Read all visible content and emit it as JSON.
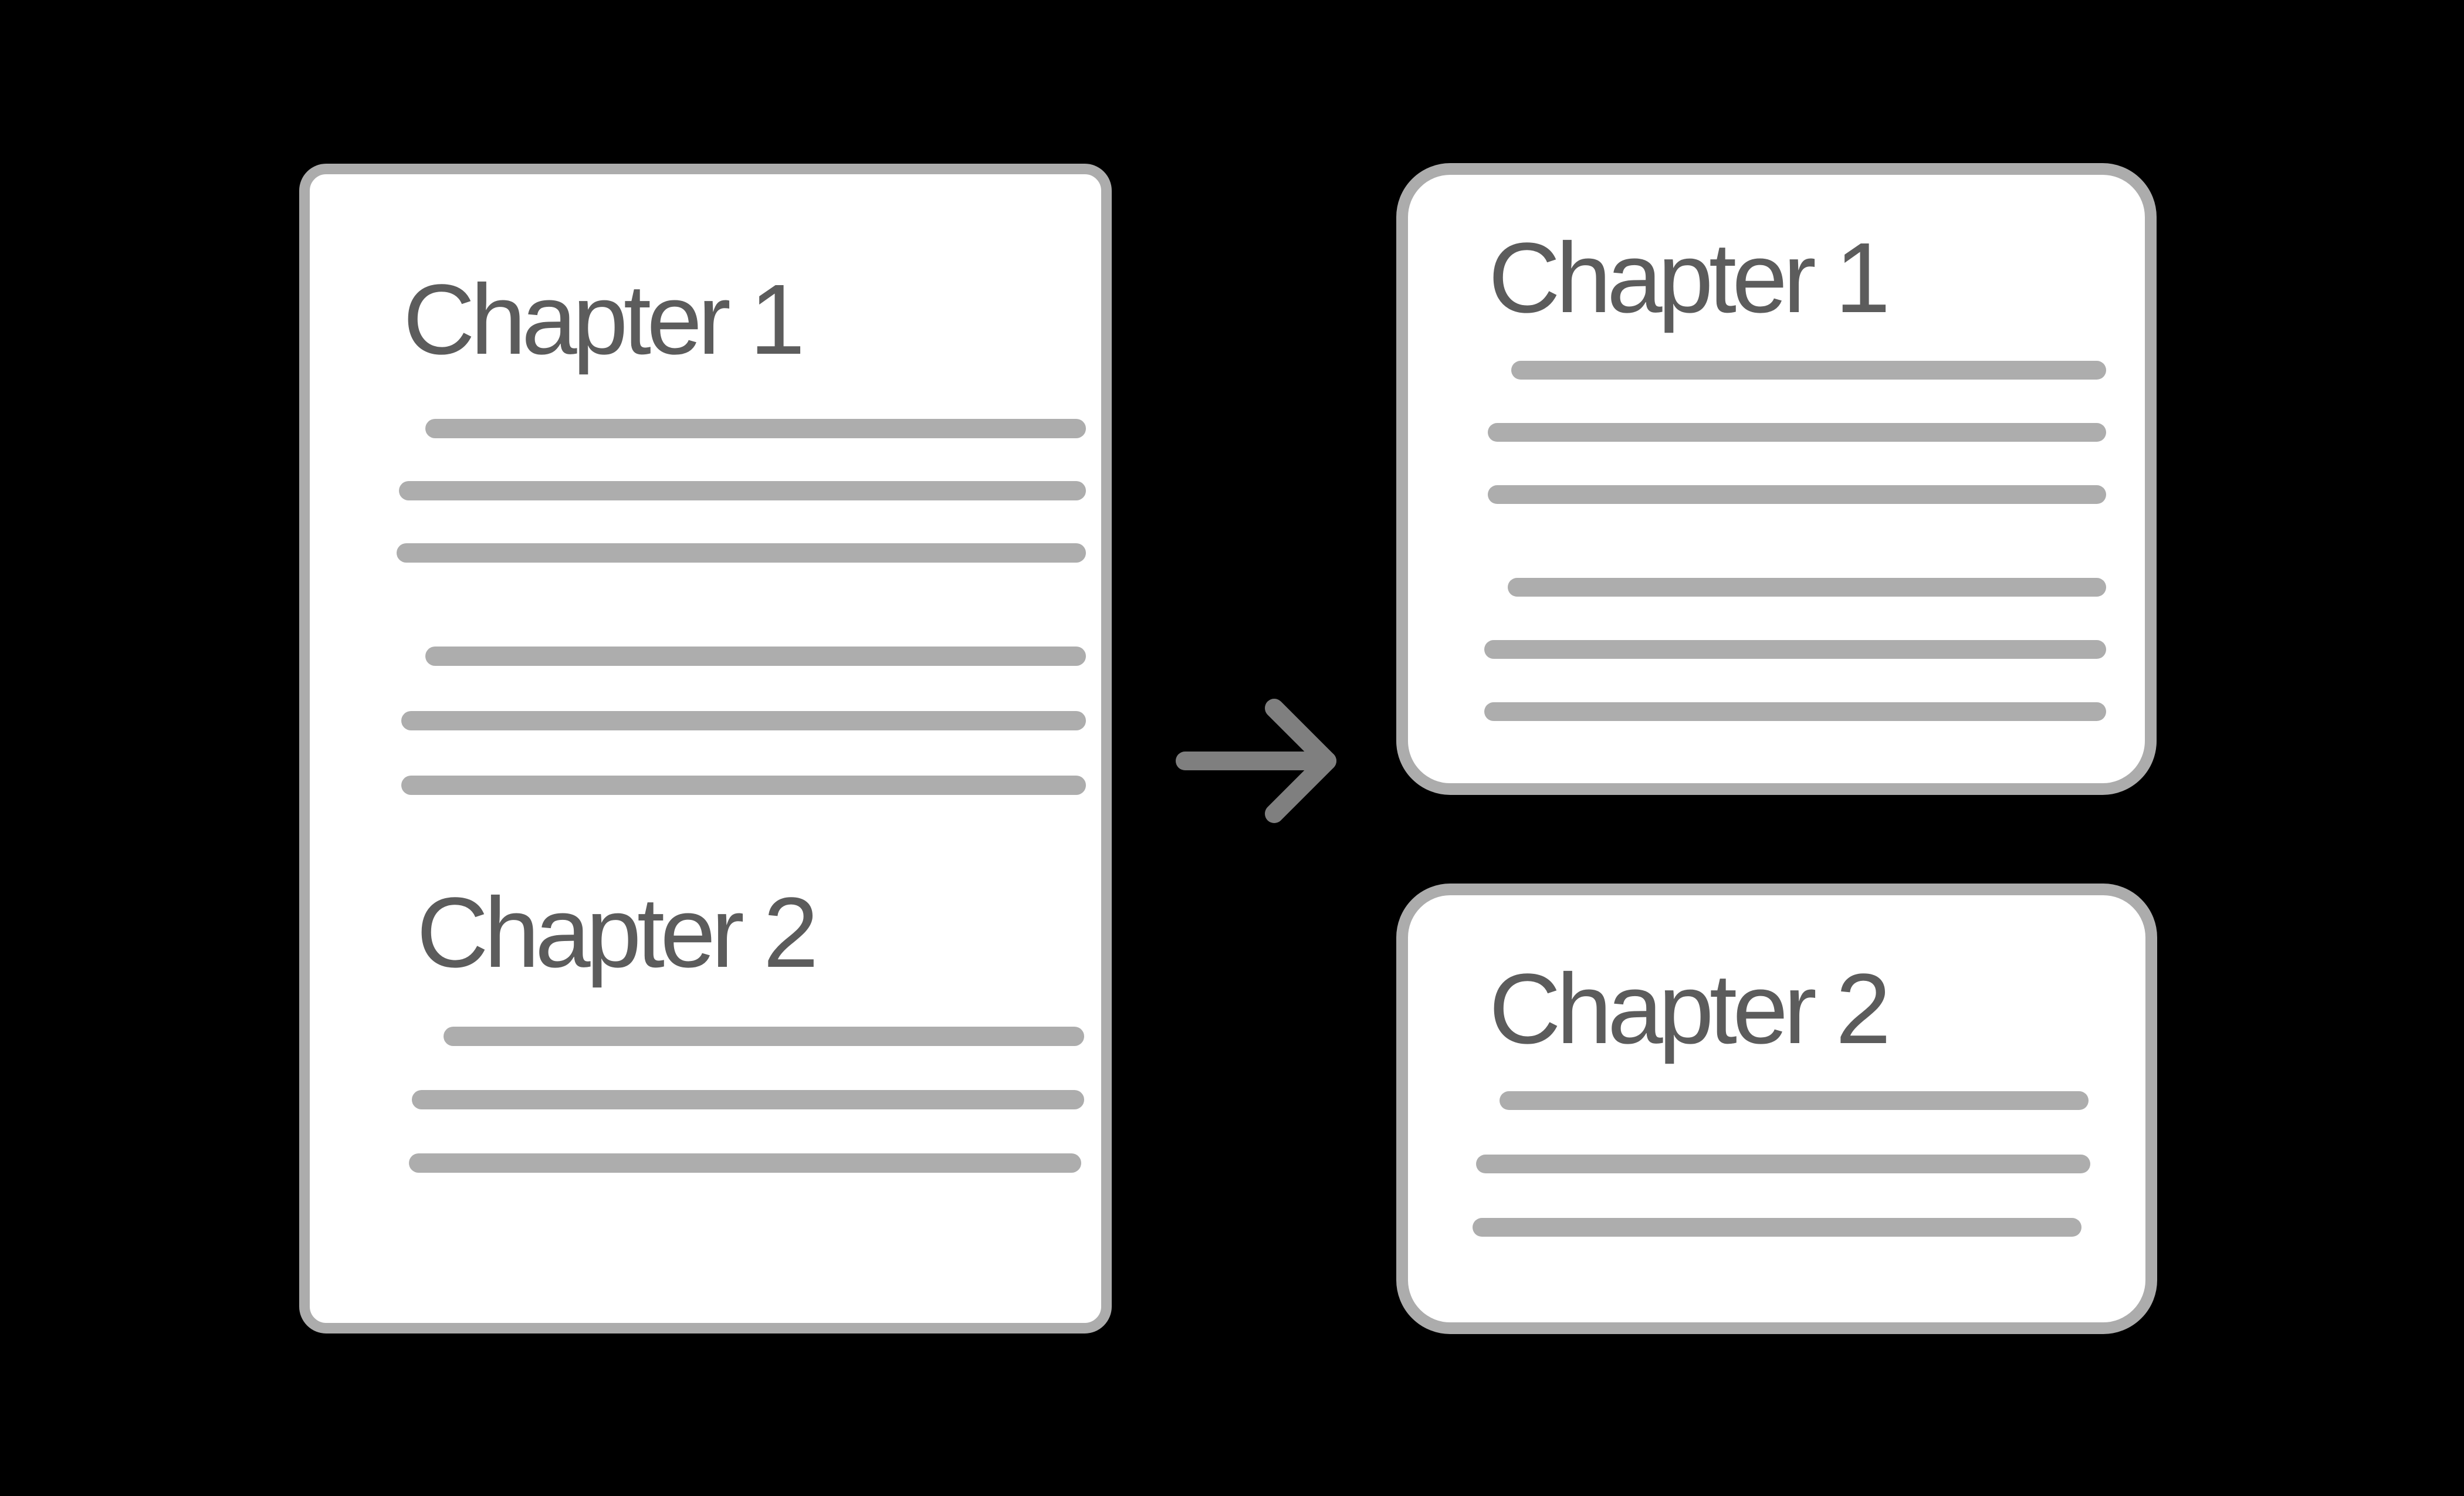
{
  "diagram": {
    "description": "document split into chapter chunks",
    "colors": {
      "background": "#000000",
      "panel_fill": "#FFFFFF",
      "panel_border": "#ACACAC",
      "text_bar": "#ADADAD",
      "title_text": "#5C5C5C",
      "arrow": "#7F7F7F"
    },
    "source_document": {
      "section_1_title": "Chapter 1",
      "section_2_title": "Chapter 2",
      "bars": {
        "height": 33,
        "radius": 17,
        "color": "#ADADAD",
        "items": [
          [
            197,
            417,
            1126
          ],
          [
            152,
            523,
            1171
          ],
          [
            148,
            629,
            1175
          ],
          [
            197,
            805,
            1126
          ],
          [
            156,
            915,
            1167
          ],
          [
            156,
            1025,
            1167
          ],
          [
            228,
            1453,
            1092
          ],
          [
            174,
            1561,
            1146
          ],
          [
            169,
            1669,
            1146
          ]
        ]
      }
    },
    "chunk_card_1": {
      "title": "Chapter 1",
      "bars": {
        "height": 32,
        "radius": 16,
        "color": "#ADADAD",
        "items": [
          [
            176,
            317,
            1014
          ],
          [
            136,
            423,
            1054
          ],
          [
            136,
            529,
            1054
          ],
          [
            170,
            687,
            1020
          ],
          [
            130,
            793,
            1060
          ],
          [
            130,
            899,
            1060
          ]
        ]
      }
    },
    "chunk_card_2": {
      "title": "Chapter 2",
      "bars": {
        "height": 32,
        "radius": 16,
        "color": "#ADADAD",
        "items": [
          [
            156,
            334,
            1004
          ],
          [
            116,
            442,
            1047
          ],
          [
            110,
            550,
            1038
          ]
        ]
      }
    }
  }
}
